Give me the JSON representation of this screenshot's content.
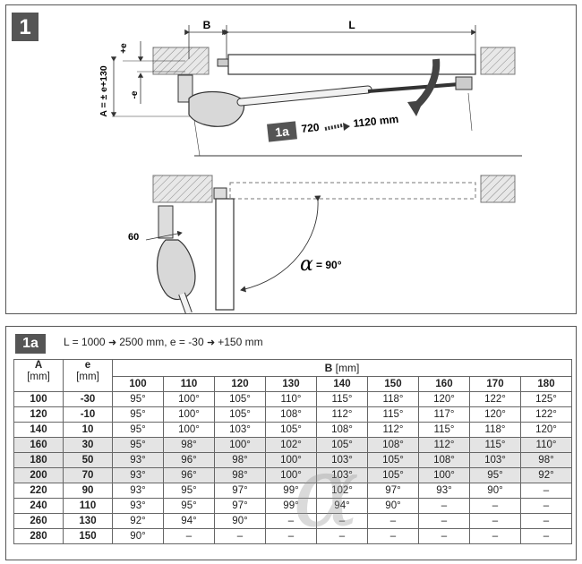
{
  "figure": {
    "badge": "1",
    "labels": {
      "b": "B",
      "l": "L",
      "plus_e": "+e",
      "minus_e": "-e",
      "a_formula": "A = ± e+130",
      "sub_badge": "1a",
      "range_from": "720",
      "range_to": "1120 mm",
      "sixty": "60",
      "alpha": "α",
      "alpha_value": "= 90°"
    }
  },
  "table": {
    "badge": "1a",
    "spec": {
      "l_part": "L = 1000",
      "l_end": "2500 mm, e = -30",
      "e_end": "+150 mm"
    },
    "col_a": {
      "name": "A",
      "unit": "[mm]"
    },
    "col_e": {
      "name": "e",
      "unit": "[mm]"
    },
    "b_header": {
      "name": "B",
      "unit": "[mm]"
    },
    "b_values": [
      "100",
      "110",
      "120",
      "130",
      "140",
      "150",
      "160",
      "170",
      "180"
    ],
    "rows": [
      {
        "a": "100",
        "e": "-30",
        "cells": [
          "95°",
          "100°",
          "105°",
          "110°",
          "115°",
          "118°",
          "120°",
          "122°",
          "125°"
        ]
      },
      {
        "a": "120",
        "e": "-10",
        "cells": [
          "95°",
          "100°",
          "105°",
          "108°",
          "112°",
          "115°",
          "117°",
          "120°",
          "122°"
        ]
      },
      {
        "a": "140",
        "e": "10",
        "cells": [
          "95°",
          "100°",
          "103°",
          "105°",
          "108°",
          "112°",
          "115°",
          "118°",
          "120°"
        ]
      },
      {
        "a": "160",
        "e": "30",
        "cells": [
          "95°",
          "98°",
          "100°",
          "102°",
          "105°",
          "108°",
          "112°",
          "115°",
          "110°"
        ]
      },
      {
        "a": "180",
        "e": "50",
        "cells": [
          "93°",
          "96°",
          "98°",
          "100°",
          "103°",
          "105°",
          "108°",
          "103°",
          "98°"
        ]
      },
      {
        "a": "200",
        "e": "70",
        "cells": [
          "93°",
          "96°",
          "98°",
          "100°",
          "103°",
          "105°",
          "100°",
          "95°",
          "92°"
        ]
      },
      {
        "a": "220",
        "e": "90",
        "cells": [
          "93°",
          "95°",
          "97°",
          "99°",
          "102°",
          "97°",
          "93°",
          "90°",
          "–"
        ]
      },
      {
        "a": "240",
        "e": "110",
        "cells": [
          "93°",
          "95°",
          "97°",
          "99°",
          "94°",
          "90°",
          "–",
          "–",
          "–"
        ]
      },
      {
        "a": "260",
        "e": "130",
        "cells": [
          "92°",
          "94°",
          "90°",
          "–",
          "–",
          "–",
          "–",
          "–",
          "–"
        ]
      },
      {
        "a": "280",
        "e": "150",
        "cells": [
          "90°",
          "–",
          "–",
          "–",
          "–",
          "–",
          "–",
          "–",
          "–"
        ]
      }
    ],
    "watermark": "α"
  }
}
